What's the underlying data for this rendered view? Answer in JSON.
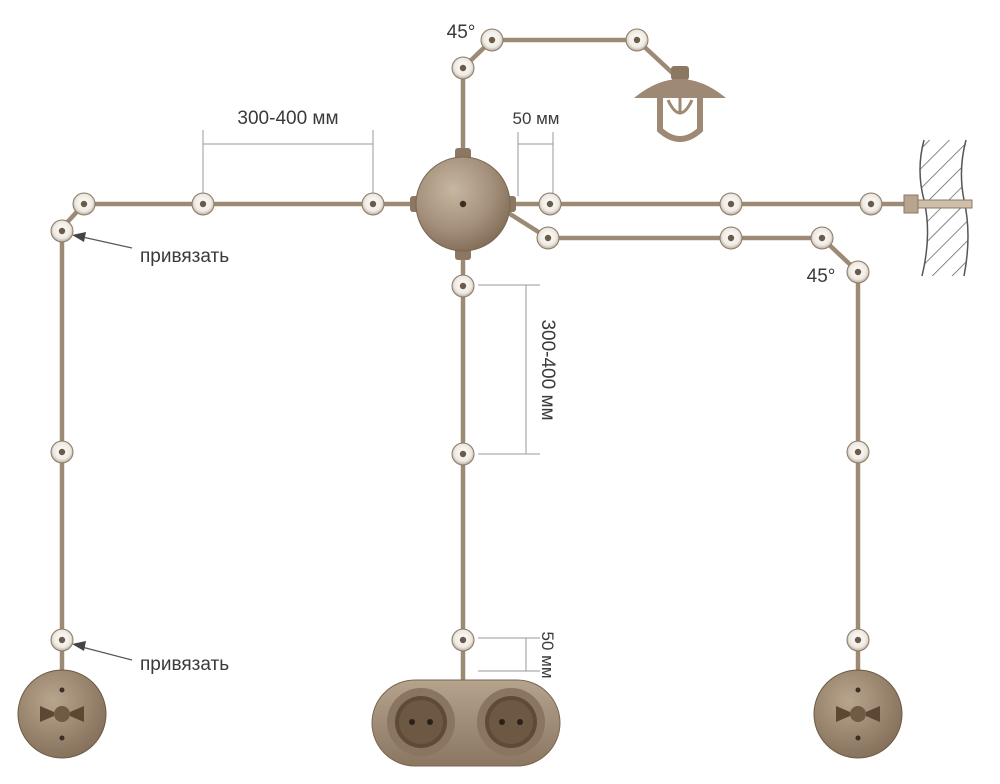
{
  "labels": {
    "angle_top": "45°",
    "angle_right": "45°",
    "spacing_horizontal": "300-400 мм",
    "spacing_vertical": "300-400 мм",
    "offset_top": "50 мм",
    "offset_bottom": "50 мм",
    "tie_upper": "привязать",
    "tie_lower": "привязать"
  },
  "colors": {
    "wire": "#9c8a74",
    "fixture": "#9e8a74",
    "fixture_dark": "#6e5a45",
    "insulator_ring": "#8c7a66",
    "text": "#3a3a3a"
  },
  "icons": [
    "junction-box-icon",
    "pendant-lamp-icon",
    "wall-entry-icon",
    "double-socket-icon",
    "rotary-switch-icon",
    "arrow-icon"
  ]
}
